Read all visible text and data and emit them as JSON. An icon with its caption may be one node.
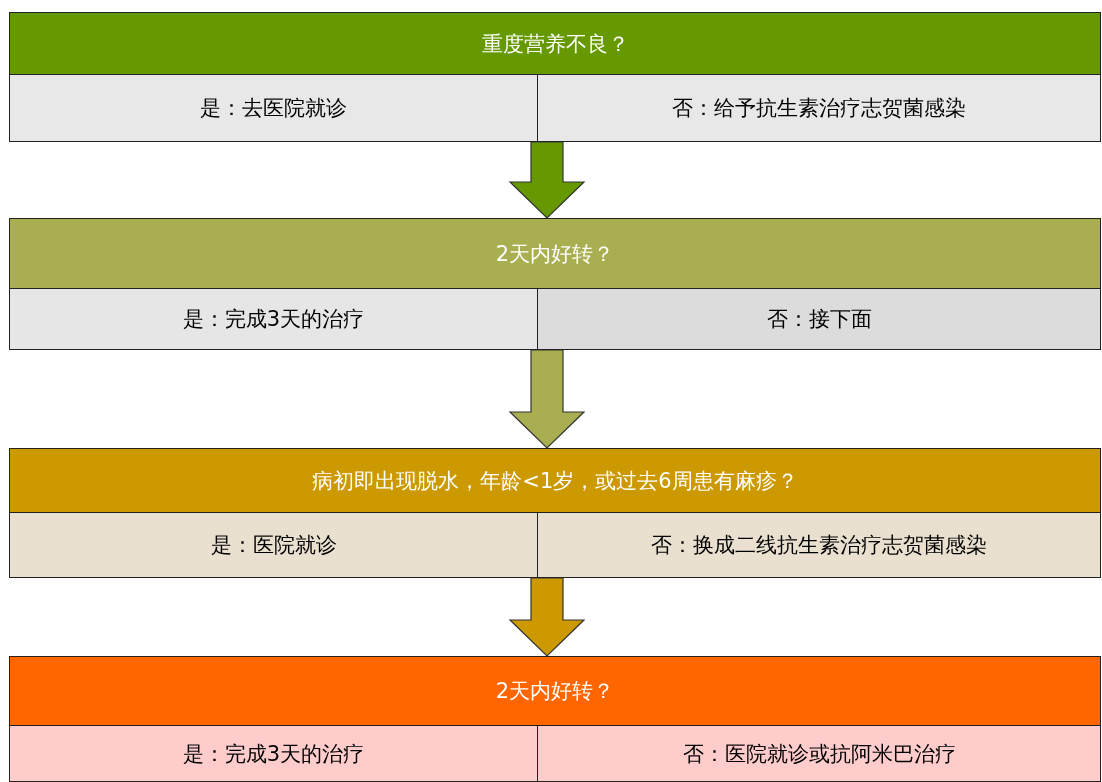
{
  "diagram": {
    "nodes": [
      {
        "text": [
          "重度营养不良？"
        ]
      },
      {
        "text": [
          "是：去医院就诊"
        ]
      },
      {
        "text": [
          "否：给予抗生素治疗志贺菌感染"
        ]
      },
      {
        "text": [
          "2天内好转？"
        ]
      },
      {
        "text": [
          "是：完成3天的治疗"
        ]
      },
      {
        "text": [
          "否：接下面"
        ]
      },
      {
        "text": [
          "病初即出现脱水，年龄<1岁，或过去6周患有麻疹？"
        ]
      },
      {
        "text": [
          "是：医院就诊"
        ]
      },
      {
        "text": [
          "否：换成二线抗生素治疗志贺菌感染"
        ]
      },
      {
        "text": [
          "2天内好转？"
        ]
      },
      {
        "text": [
          "是：完成3天的治疗"
        ]
      },
      {
        "text": [
          "否：医院就诊或抗阿米巴治疗"
        ]
      }
    ],
    "edges": [
      {
        "from": 2,
        "to": 3,
        "arrow": "to",
        "color": "#669900"
      },
      {
        "from": 5,
        "to": 6,
        "arrow": "to",
        "color": "#a9af51"
      },
      {
        "from": 8,
        "to": 9,
        "arrow": "to",
        "color": "#cc9900"
      }
    ]
  }
}
